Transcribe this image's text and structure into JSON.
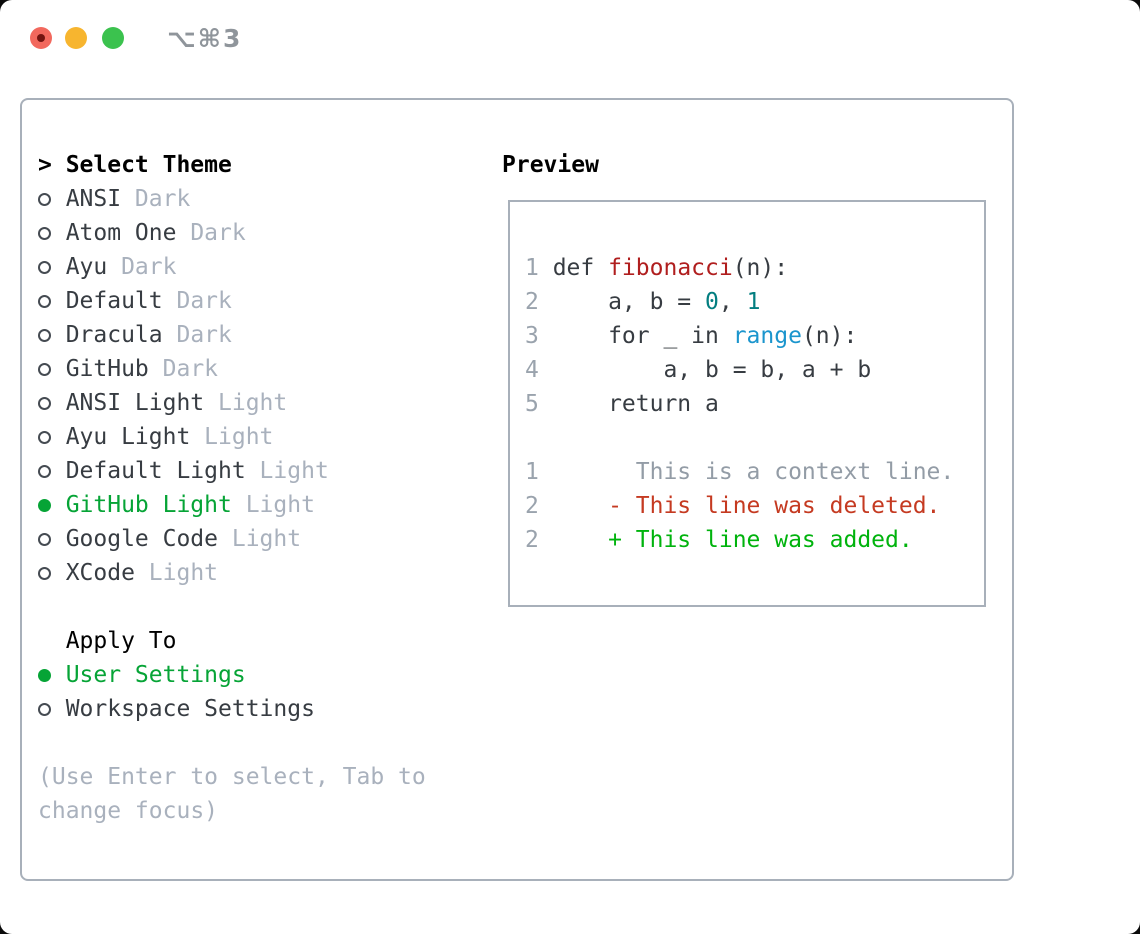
{
  "titlebar": {
    "title": "⌥⌘3"
  },
  "theme_picker": {
    "prompt": ">",
    "header": "Select Theme",
    "themes": [
      {
        "name": "ANSI",
        "variant": "Dark",
        "selected": false
      },
      {
        "name": "Atom One",
        "variant": "Dark",
        "selected": false
      },
      {
        "name": "Ayu",
        "variant": "Dark",
        "selected": false
      },
      {
        "name": "Default",
        "variant": "Dark",
        "selected": false
      },
      {
        "name": "Dracula",
        "variant": "Dark",
        "selected": false
      },
      {
        "name": "GitHub",
        "variant": "Dark",
        "selected": false
      },
      {
        "name": "ANSI Light",
        "variant": "Light",
        "selected": false
      },
      {
        "name": "Ayu Light",
        "variant": "Light",
        "selected": false
      },
      {
        "name": "Default Light",
        "variant": "Light",
        "selected": false
      },
      {
        "name": "GitHub Light",
        "variant": "Light",
        "selected": true
      },
      {
        "name": "Google Code",
        "variant": "Light",
        "selected": false
      },
      {
        "name": "XCode",
        "variant": "Light",
        "selected": false
      }
    ],
    "apply_to": {
      "header": "Apply To",
      "options": [
        {
          "label": "User Settings",
          "selected": true
        },
        {
          "label": "Workspace Settings",
          "selected": false
        }
      ]
    },
    "hint_lines": [
      "(Use Enter to select, Tab to",
      "change focus)"
    ]
  },
  "preview": {
    "header": "Preview",
    "code_lines": [
      {
        "num": "1",
        "tokens": [
          {
            "t": "def ",
            "c": "plain"
          },
          {
            "t": "fibonacci",
            "c": "function"
          },
          {
            "t": "(n):",
            "c": "plain"
          }
        ]
      },
      {
        "num": "2",
        "tokens": [
          {
            "t": "    a, b = ",
            "c": "plain"
          },
          {
            "t": "0",
            "c": "number"
          },
          {
            "t": ", ",
            "c": "plain"
          },
          {
            "t": "1",
            "c": "number"
          }
        ]
      },
      {
        "num": "3",
        "tokens": [
          {
            "t": "    for _ in ",
            "c": "plain"
          },
          {
            "t": "range",
            "c": "builtin"
          },
          {
            "t": "(n):",
            "c": "plain"
          }
        ]
      },
      {
        "num": "4",
        "tokens": [
          {
            "t": "        a, b = b, a + b",
            "c": "plain"
          }
        ]
      },
      {
        "num": "5",
        "tokens": [
          {
            "t": "    return a",
            "c": "plain"
          }
        ]
      }
    ],
    "diff_lines": [
      {
        "num": "1",
        "tokens": [
          {
            "t": "      This is a context line.",
            "c": "context"
          }
        ]
      },
      {
        "num": "2",
        "tokens": [
          {
            "t": "    - This line was deleted.",
            "c": "deleted"
          }
        ]
      },
      {
        "num": "2",
        "tokens": [
          {
            "t": "    + This line was added.",
            "c": "added"
          }
        ]
      }
    ]
  },
  "colors": {
    "selected_green": "#06a436",
    "added_green": "#00b30d",
    "deleted_red": "#c53a21",
    "function_red": "#b01e1e",
    "number_teal": "#037e80",
    "builtin_blue": "#1b95cd",
    "border_gray": "#a8b0ba",
    "muted_gray": "#a9b1bd",
    "line_number_gray": "#9aa3ad",
    "traffic_red": "#f2685d",
    "traffic_yellow": "#f7b52f",
    "traffic_green": "#3bc24e"
  }
}
